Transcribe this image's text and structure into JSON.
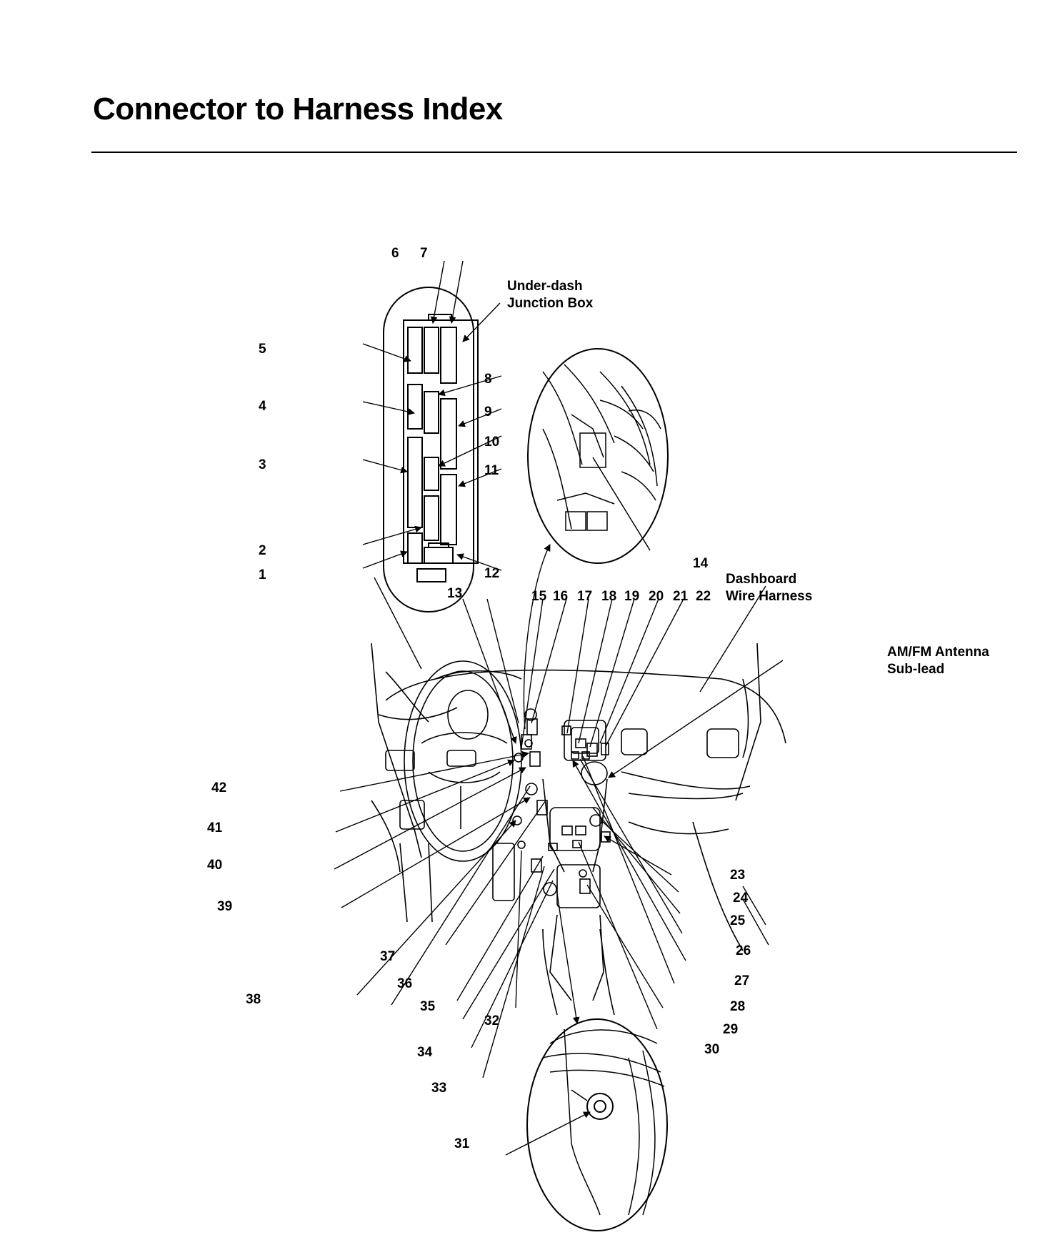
{
  "page": {
    "title": "Connector to Harness Index"
  },
  "labels": {
    "under_dash_junction_box": [
      "Under-dash",
      "Junction Box"
    ],
    "dashboard_wire_harness": [
      "Dashboard",
      "Wire Harness"
    ],
    "am_fm_antenna_sub_lead": [
      "AM/FM Antenna",
      "Sub-lead"
    ]
  },
  "callouts": [
    "1",
    "2",
    "3",
    "4",
    "5",
    "6",
    "7",
    "8",
    "9",
    "10",
    "11",
    "12",
    "13",
    "14",
    "15",
    "16",
    "17",
    "18",
    "19",
    "20",
    "21",
    "22",
    "23",
    "24",
    "25",
    "26",
    "27",
    "28",
    "29",
    "30",
    "31",
    "32",
    "33",
    "34",
    "35",
    "36",
    "37",
    "38",
    "39",
    "40",
    "41",
    "42"
  ]
}
